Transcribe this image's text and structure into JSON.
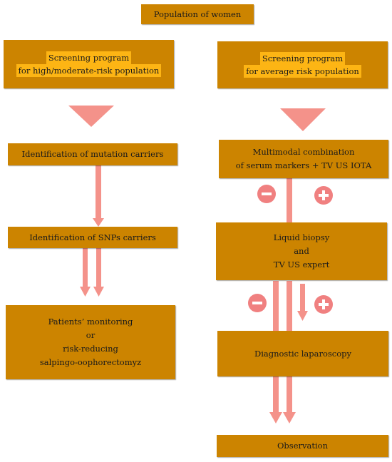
{
  "boxes": {
    "population": {
      "label": "Population of women"
    },
    "screen_high": {
      "lines": [
        "Screening program",
        "for high/moderate-risk population"
      ]
    },
    "screen_avg": {
      "lines": [
        "Screening program",
        "for average risk population"
      ]
    },
    "mutation": {
      "label": "Identification of mutation carriers"
    },
    "snps": {
      "label": "Identification of SNPs carriers"
    },
    "monitoring": {
      "lines": [
        "Patients’ monitoring",
        "or",
        "risk-reducing",
        "salpingo-oophorectomyz"
      ]
    },
    "multimodal": {
      "lines": [
        "Multimodal combination",
        "of serum markers + TV US IOTA"
      ]
    },
    "liquid": {
      "lines": [
        "Liquid biopsy",
        "and",
        "TV US expert"
      ]
    },
    "laparoscopy": {
      "label": "Diagnostic laparoscopy"
    },
    "observation": {
      "label": "Observation"
    }
  },
  "colors": {
    "box_fill": "#cc8400",
    "highlight": "#fdb514",
    "arrow": "#f4928a",
    "sign_circle": "#f08080"
  },
  "signs": {
    "negative_1": "−",
    "positive_1": "+",
    "negative_2": "−",
    "positive_2": "+"
  }
}
